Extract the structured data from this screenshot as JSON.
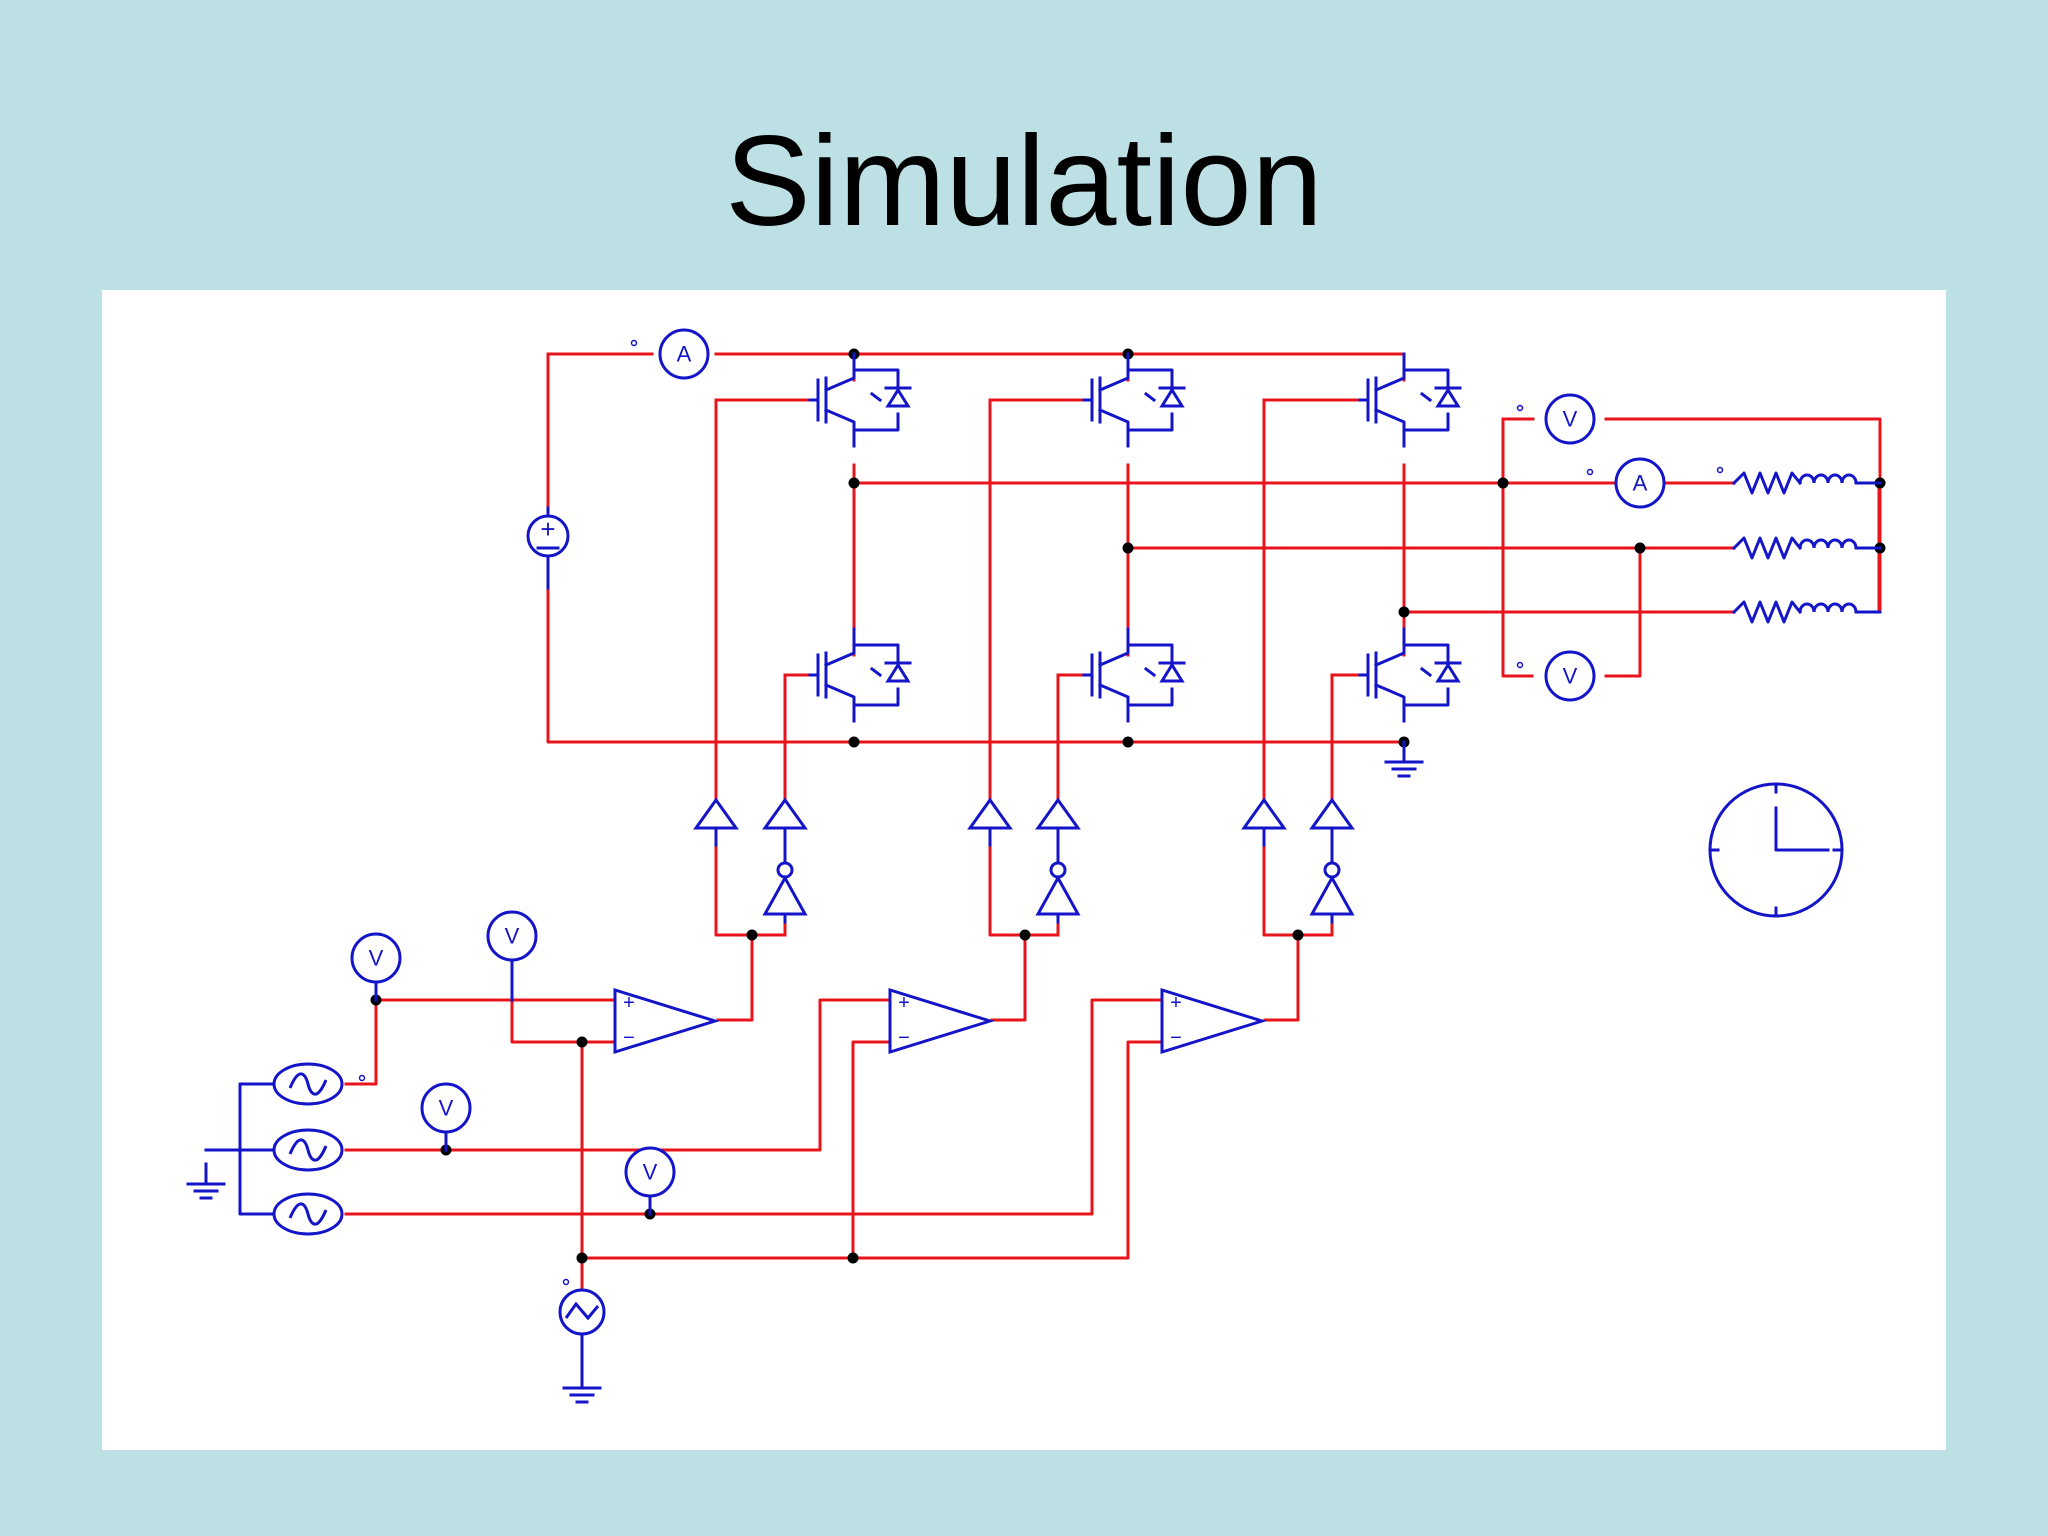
{
  "slide": {
    "title": "Simulation"
  },
  "colors": {
    "background": "#bde0e4",
    "panel": "#ffffff",
    "wire": "#e8141c",
    "component": "#1414c8",
    "junction": "#000000"
  },
  "diagram": {
    "type": "circuit-schematic",
    "meter_labels": {
      "ammeter": "A",
      "voltmeter": "V"
    },
    "opamp_pins": {
      "plus": "+",
      "minus": "−"
    },
    "dc_source_sign": "+"
  }
}
